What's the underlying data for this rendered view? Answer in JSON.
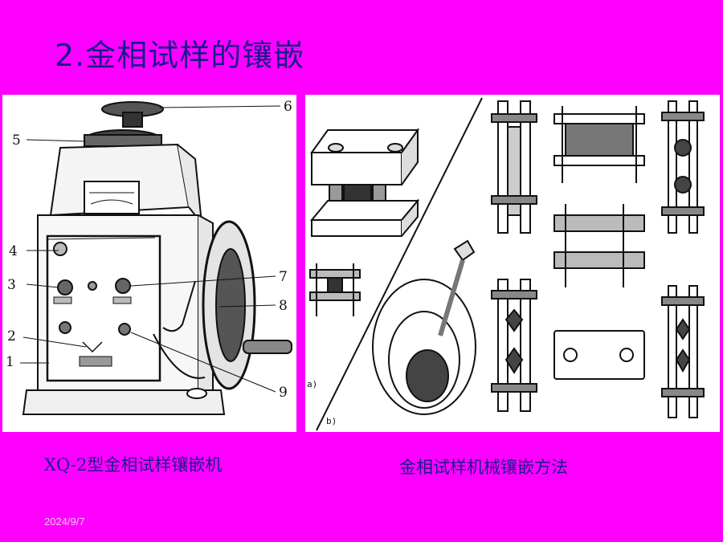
{
  "slide": {
    "title": "2.金相试样的镶嵌",
    "date": "2024/9/7"
  },
  "left_figure": {
    "caption": "XQ-2型金相试样镶嵌机",
    "callouts": [
      "1",
      "2",
      "3",
      "4",
      "5",
      "6",
      "7",
      "8",
      "9"
    ]
  },
  "right_figure": {
    "caption": "金相试样机械镶嵌方法",
    "labels": {
      "a": "a)",
      "b": "b)"
    }
  }
}
